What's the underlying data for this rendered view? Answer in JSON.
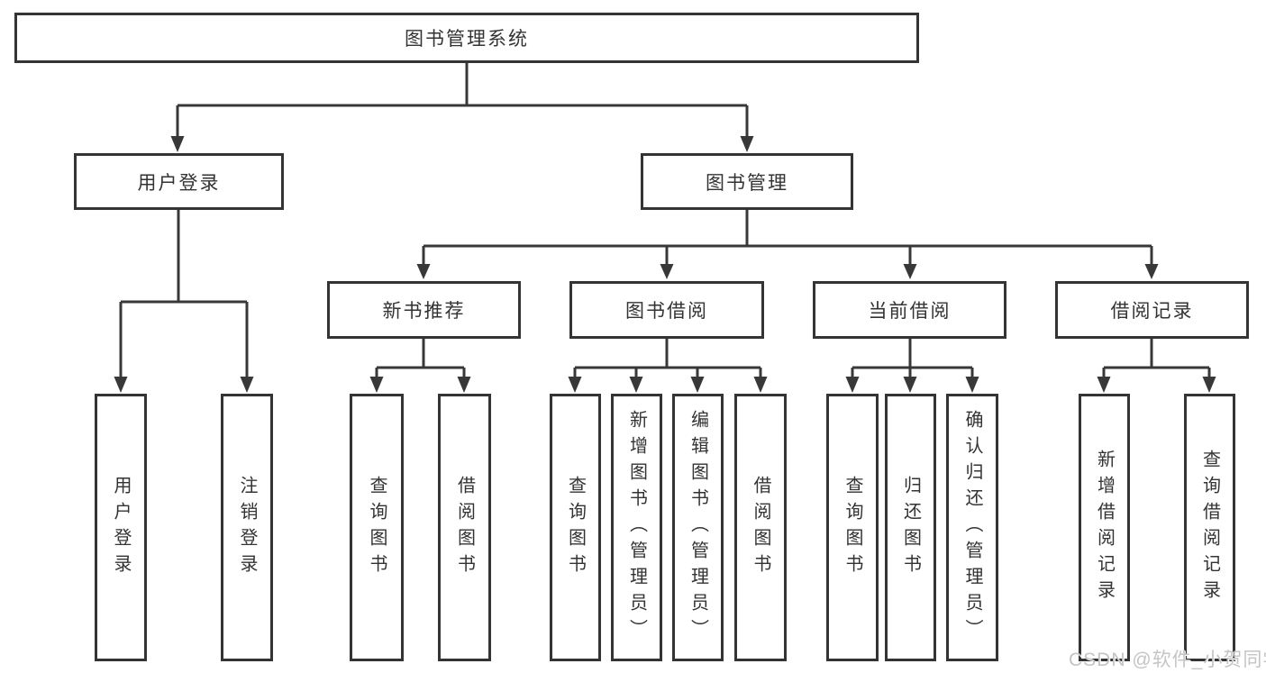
{
  "title": {
    "label": "图书管理系统"
  },
  "branches": [
    {
      "label": "用户登录",
      "children": [
        {
          "label": "用户登录"
        },
        {
          "label": "注销登录"
        }
      ]
    },
    {
      "label": "图书管理",
      "groups": [
        {
          "label": "新书推荐",
          "children": [
            {
              "label": "查询图书"
            },
            {
              "label": "借阅图书"
            }
          ]
        },
        {
          "label": "图书借阅",
          "children": [
            {
              "label": "查询图书"
            },
            {
              "label": "新增图书（管理员）"
            },
            {
              "label": "编辑图书（管理员）"
            },
            {
              "label": "借阅图书"
            }
          ]
        },
        {
          "label": "当前借阅",
          "children": [
            {
              "label": "查询图书"
            },
            {
              "label": "归还图书"
            },
            {
              "label": "确认归还（管理员）"
            }
          ]
        },
        {
          "label": "借阅记录",
          "children": [
            {
              "label": "新增借阅记录"
            },
            {
              "label": "查询借阅记录"
            }
          ]
        }
      ]
    }
  ],
  "watermark": {
    "text": "CSDN @软件_小贺同学"
  },
  "colors": {
    "line": "#383838",
    "text": "#333333",
    "watermark": "#c4c4c4",
    "background": "#ffffff"
  }
}
